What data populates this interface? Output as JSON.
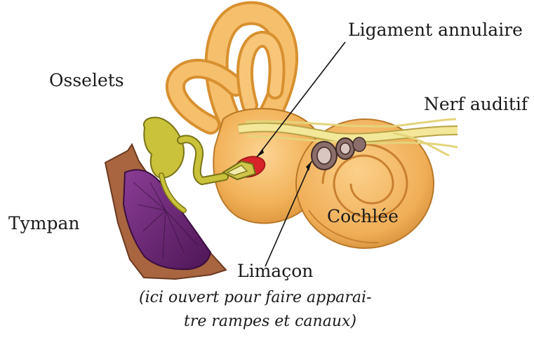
{
  "labels": {
    "ligament": "Ligament annulaire",
    "osselets": "Osselets",
    "nerf": "Nerf auditif",
    "tympan": "Tympan",
    "cochlee": "Cochlée",
    "limacon": "Limaçon"
  },
  "caption": {
    "line1": "(ici ouvert pour faire apparai-",
    "line2": "tre rampes et canaux)"
  },
  "colors": {
    "bone": "#f2b35a",
    "bone_dark": "#c8842e",
    "ossicle": "#c9c23a",
    "ossicle_dark": "#8e8a1e",
    "tympan": "#6e2a7a",
    "tympan_edge": "#7a3a2a",
    "ligament": "#d8232a",
    "nerve": "#f3e79a"
  }
}
